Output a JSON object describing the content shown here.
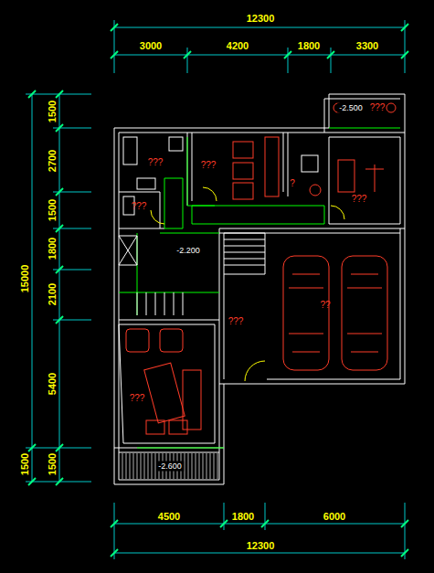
{
  "diagram": {
    "labels": [
      "12300",
      "3000",
      "4200",
      "1800",
      "3300",
      "15000",
      "1500",
      "1500",
      "2700",
      "1500",
      "1800",
      "2100",
      "5400",
      "1500",
      "4500",
      "1800",
      "6000",
      "12300",
      "-2.500",
      "???",
      "???",
      "???",
      "?",
      "???",
      "???",
      "-2.200",
      "???",
      "??",
      "???",
      "-2.600"
    ]
  }
}
